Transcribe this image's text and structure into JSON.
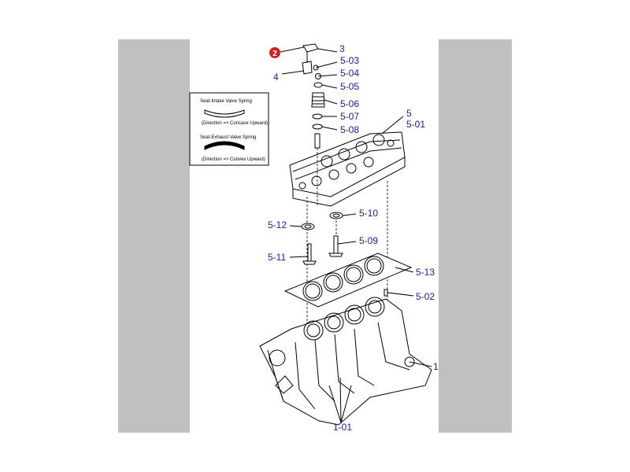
{
  "callout_badge": {
    "number": "2",
    "color": "#d42020"
  },
  "label_color": "#1a1aa6",
  "legend": {
    "intake_title": "Seat-Intake Valve Spring",
    "intake_note": "(Direction => Concave Upward)",
    "exhaust_title": "Seat-Exhaust Valve Spring",
    "exhaust_note": "(Direction => Convex Upward)"
  },
  "parts": [
    {
      "id": "3",
      "label": "3"
    },
    {
      "id": "5-03",
      "label": "5-03"
    },
    {
      "id": "4",
      "label": "4"
    },
    {
      "id": "5-04",
      "label": "5-04"
    },
    {
      "id": "5-05",
      "label": "5-05"
    },
    {
      "id": "5-06",
      "label": "5-06"
    },
    {
      "id": "5-07",
      "label": "5-07"
    },
    {
      "id": "5",
      "label": "5"
    },
    {
      "id": "5-01",
      "label": "5-01"
    },
    {
      "id": "5-08",
      "label": "5-08"
    },
    {
      "id": "5-10",
      "label": "5-10"
    },
    {
      "id": "5-12",
      "label": "5-12"
    },
    {
      "id": "5-09",
      "label": "5-09"
    },
    {
      "id": "5-11",
      "label": "5-11"
    },
    {
      "id": "5-13",
      "label": "5-13"
    },
    {
      "id": "5-02",
      "label": "5-02"
    },
    {
      "id": "1",
      "label": "1"
    },
    {
      "id": "1-01",
      "label": "1-01"
    }
  ]
}
